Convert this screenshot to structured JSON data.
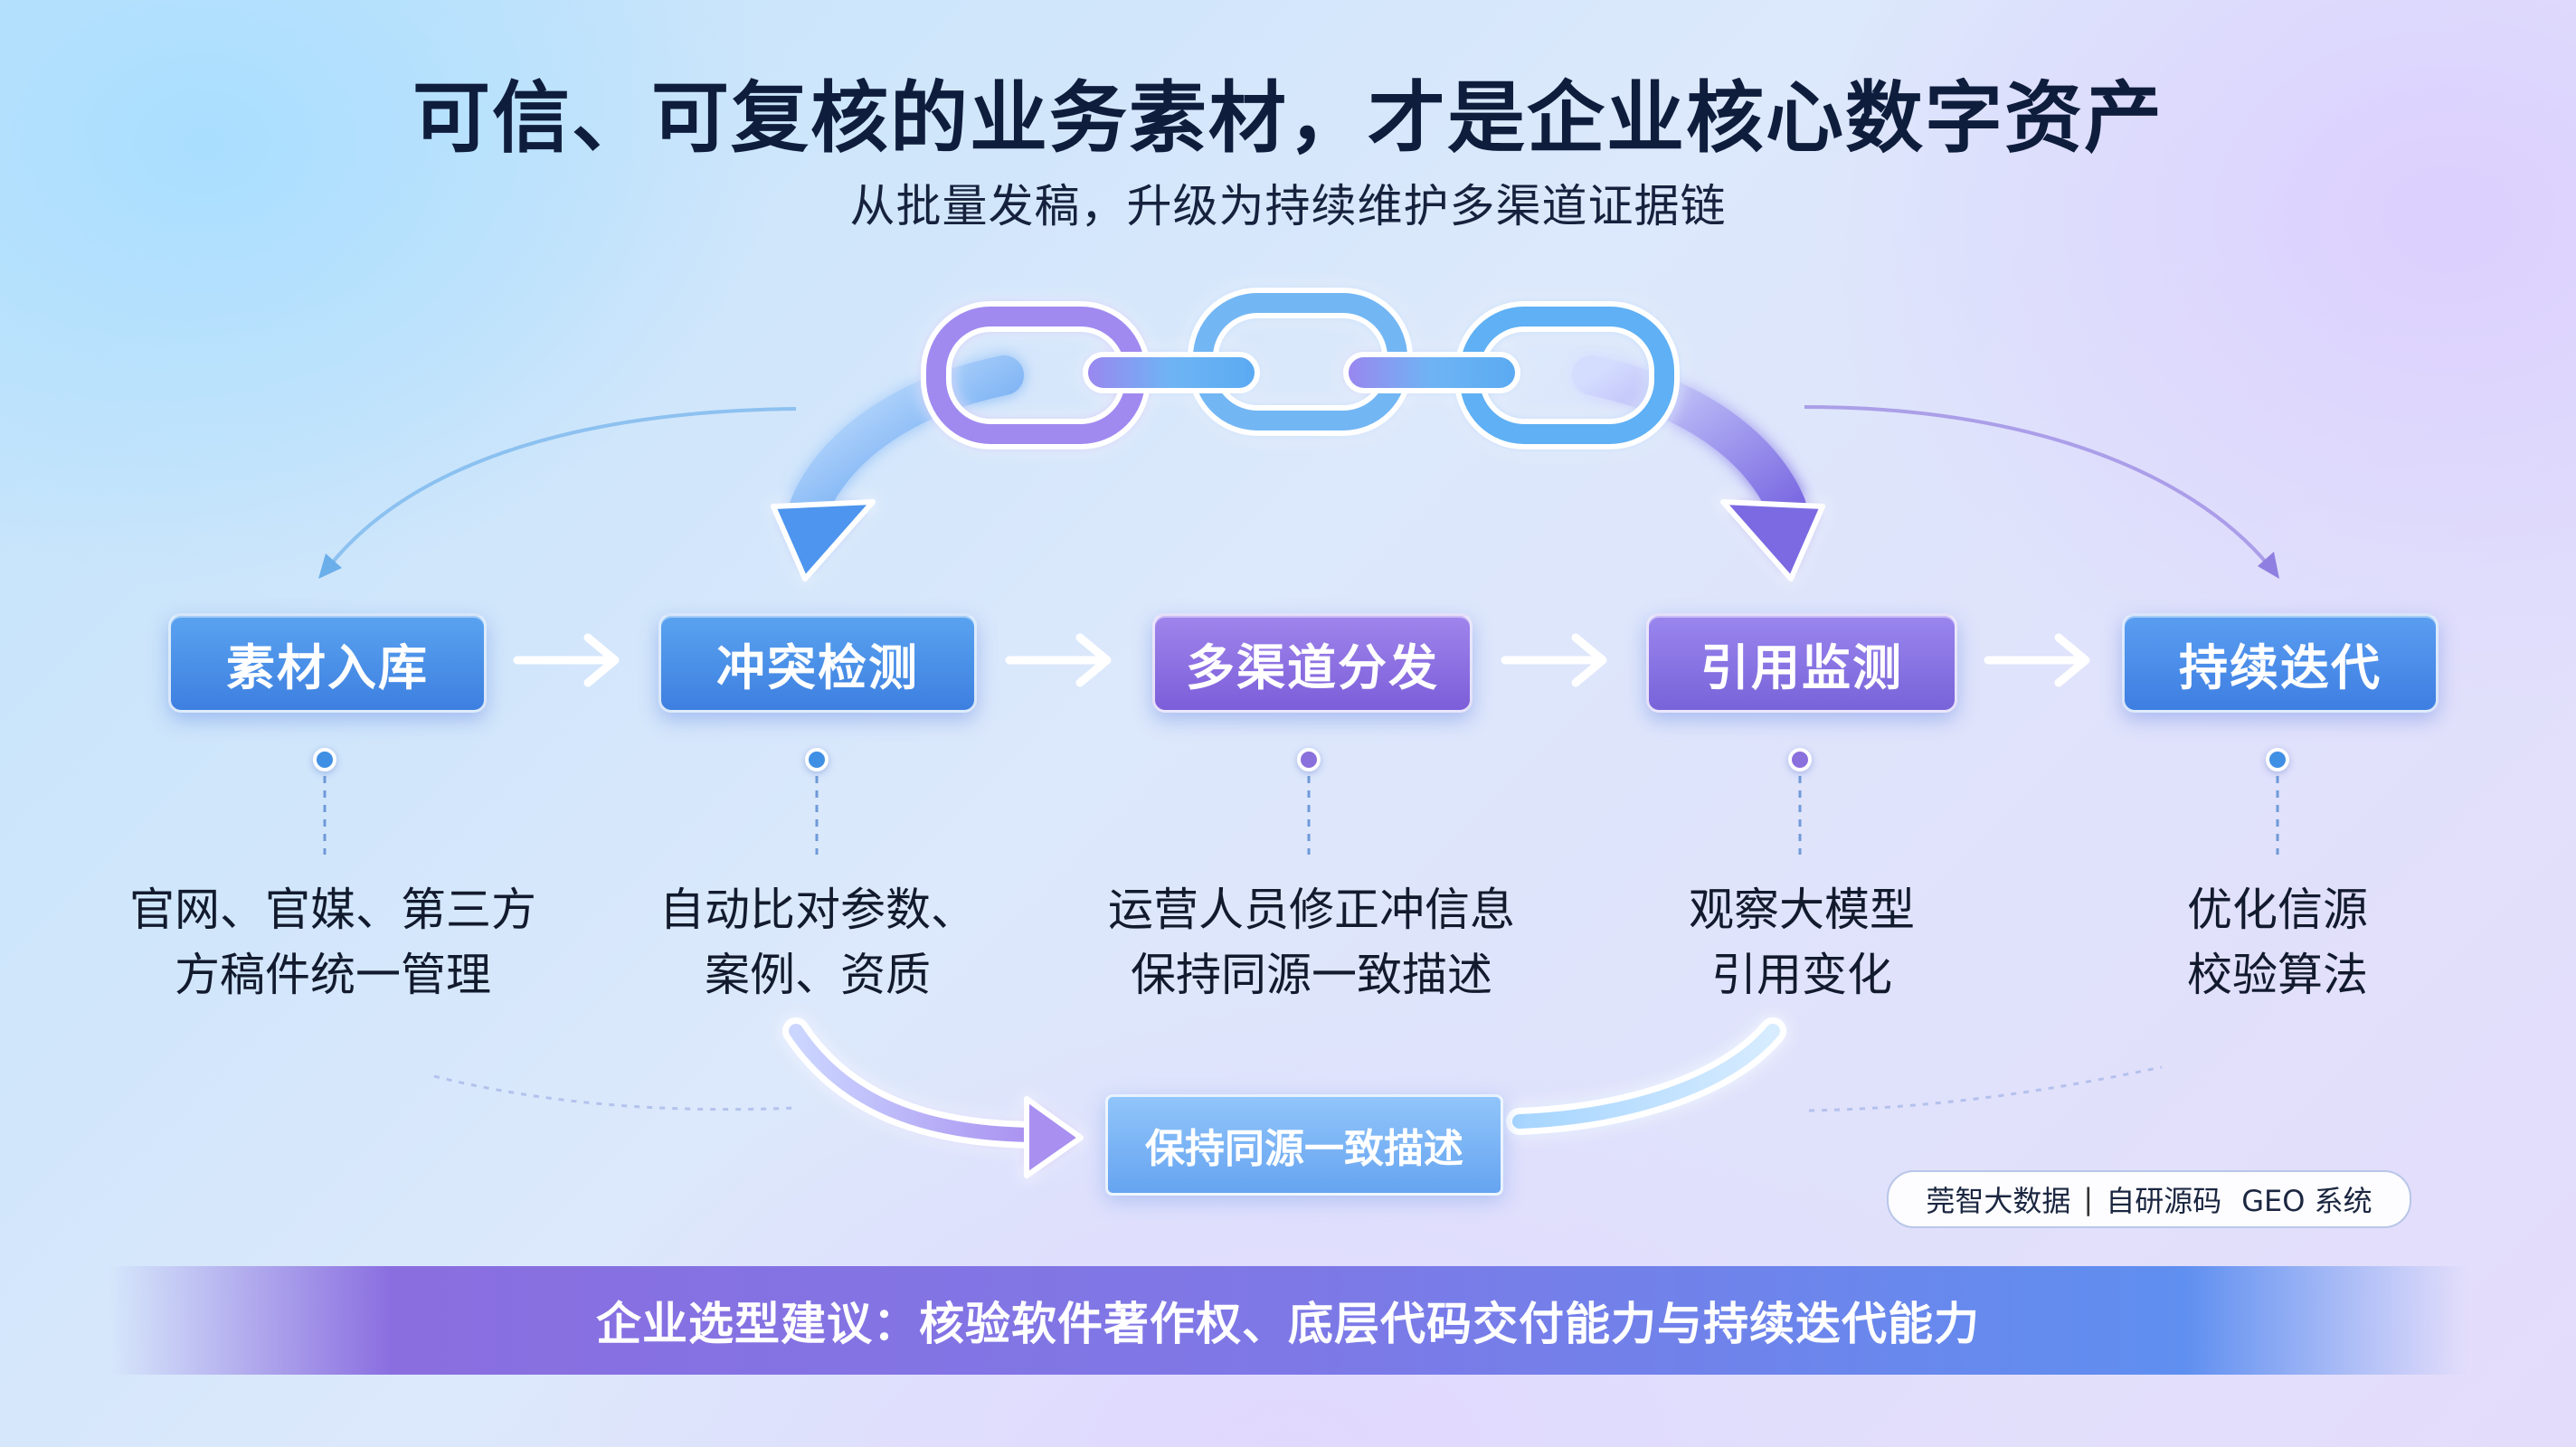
{
  "title": "可信、可复核的业务素材，才是企业核心数字资产",
  "subtitle": "从批量发稿，升级为持续维护多渠道证据链",
  "steps": [
    {
      "label": "素材入库",
      "desc": [
        "官网、官媒、第三方",
        "方稿件统一管理"
      ]
    },
    {
      "label": "冲突检测",
      "desc": [
        "自动比对参数、",
        "案例、资质"
      ]
    },
    {
      "label": "多渠道分发",
      "desc": [
        "运营人员修正冲信息",
        "保持同源一致描述"
      ]
    },
    {
      "label": "引用监测",
      "desc": [
        "观察大模型",
        "引用变化"
      ]
    },
    {
      "label": "持续迭代",
      "desc": [
        "优化信源",
        "校验算法"
      ]
    }
  ],
  "loop_label": "保持同源一致描述",
  "badge": {
    "brand": "莞智大数据",
    "separator": "|",
    "text1": "自研源码",
    "text2": "GEO 系统"
  },
  "bottom_bar": "企业选型建议：核验软件著作权、底层代码交付能力与持续迭代能力",
  "colors": {
    "blue": "#3d7fe0",
    "purple": "#7c5ed9",
    "title": "#0f1d3d",
    "bar": "#7e78e6"
  },
  "icons": [
    "chain-link-icon",
    "right-arrow-icon",
    "curved-arrow-icon",
    "dot-marker-icon"
  ]
}
